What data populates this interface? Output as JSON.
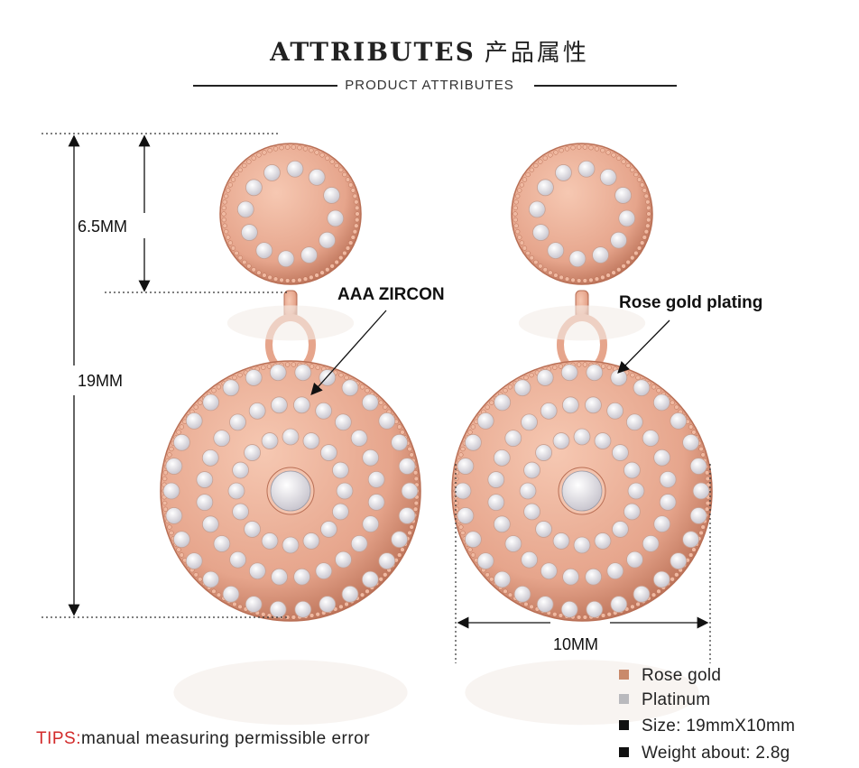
{
  "header": {
    "title_en": "ATTRIBUTES",
    "title_cn": "产品属性",
    "subtitle": "PRODUCT ATTRIBUTES"
  },
  "dimensions": {
    "small_disc": "6.5MM",
    "total_length": "19MM",
    "width": "10MM"
  },
  "callouts": {
    "stone": "AAA ZIRCON",
    "plating": "Rose gold plating"
  },
  "tips": {
    "label": "TIPS:",
    "text": "manual measuring permissible error"
  },
  "legend": [
    {
      "label": "Rose gold",
      "color": "#c98a6b"
    },
    {
      "label": "Platinum",
      "color": "#b9b9bd"
    },
    {
      "label": "Size: 19mmX10mm",
      "color": "#111111"
    },
    {
      "label": "Weight about: 2.8g",
      "color": "#111111"
    }
  ],
  "colors": {
    "rose_gold": "#e6a58c",
    "rose_gold_dark": "#b96f55",
    "zircon": "#f2f0f4",
    "accent_red": "#d22a2a"
  }
}
